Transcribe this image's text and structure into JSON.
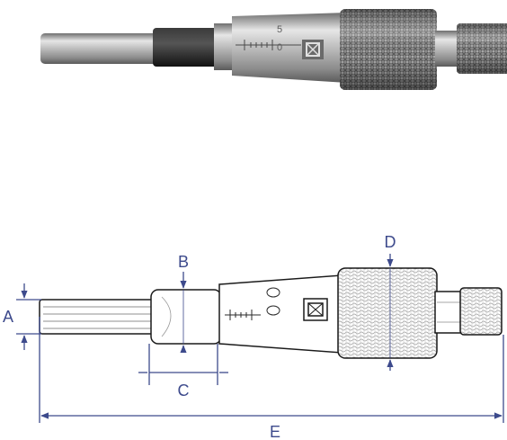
{
  "photo": {
    "thimble_marks": [
      "5",
      "0"
    ]
  },
  "drawing": {
    "labels": {
      "a": "A",
      "b": "B",
      "c": "C",
      "d": "D",
      "e": "E"
    }
  },
  "colors": {
    "dimension": "#3d4a8c",
    "outline": "#1a1a1a",
    "metal_light": "#d8d8d8",
    "metal_dark": "#8a8a8a",
    "sleeve_black": "#202020"
  }
}
